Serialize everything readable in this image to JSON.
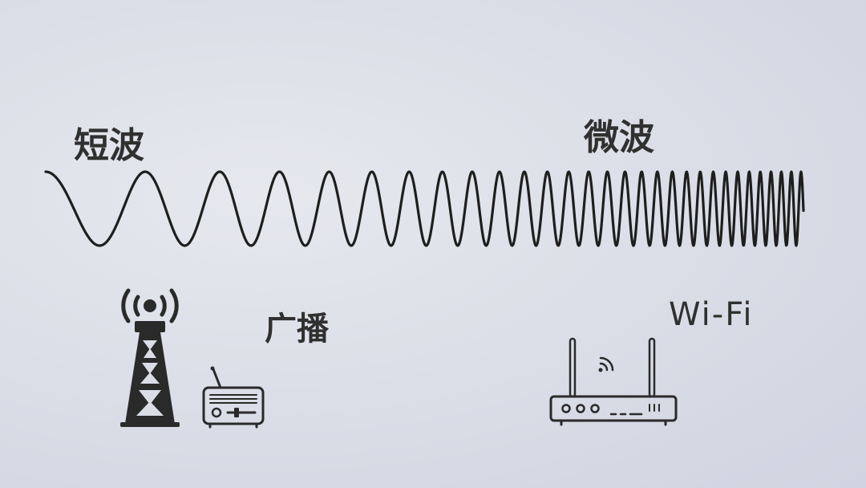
{
  "labels": {
    "short_wave": "短波",
    "microwave": "微波",
    "broadcast": "广播",
    "wifi": "Wi-Fi"
  },
  "icons": {
    "tower": "radio-tower-icon",
    "radio": "radio-receiver-icon",
    "router": "wifi-router-icon"
  },
  "colors": {
    "ink": "#1e1e1e",
    "text": "#303030",
    "background": "#dadde6"
  }
}
